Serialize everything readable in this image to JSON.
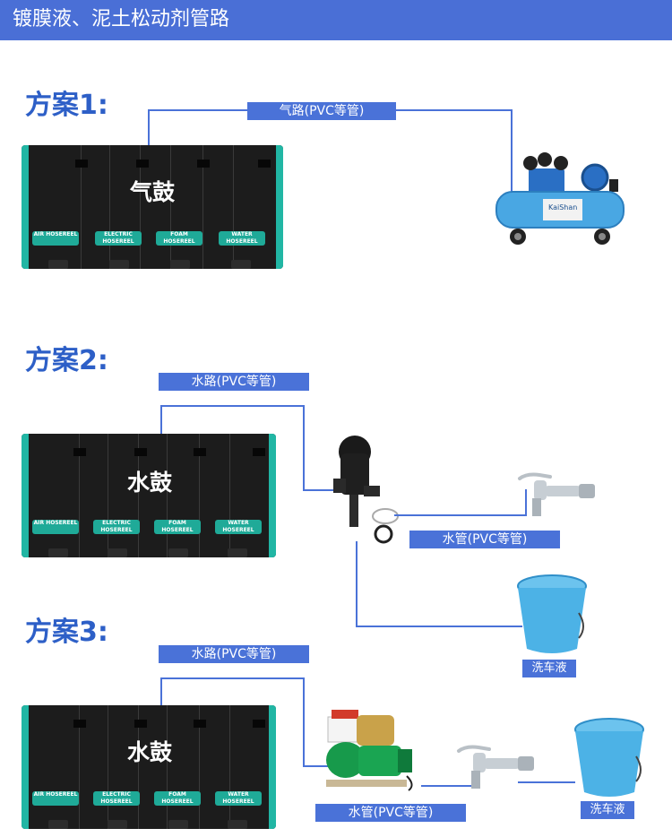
{
  "header": {
    "title": "镀膜液、泥土松动剂管路"
  },
  "machine_buttons": [
    "AIR HOSEREEL",
    "ELECTRIC HOSEREEL",
    "FOAM HOSEREEL",
    "WATER HOSEREEL"
  ],
  "plans": [
    {
      "title": "方案1:",
      "drum_label": "气鼓",
      "pipe_label": "气路(PVC等管)"
    },
    {
      "title": "方案2:",
      "drum_label": "水鼓",
      "pipe_label": "水路(PVC等管)",
      "tap_pipe_label": "水管(PVC等管)",
      "bucket_label": "洗车液"
    },
    {
      "title": "方案3:",
      "drum_label": "水鼓",
      "pipe_label": "水路(PVC等管)",
      "pump_pipe_label": "水管(PVC等管)",
      "bucket_label": "洗车液"
    }
  ],
  "compressor": {
    "brand_text": "KaiShan"
  },
  "colors": {
    "header": "#4a6fd6",
    "title_blue": "#2d5fc7",
    "label_bg": "#4a72d8",
    "teal": "#21b6a4",
    "bucket": "#4cb2e6",
    "pump_green": "#179a4b"
  }
}
